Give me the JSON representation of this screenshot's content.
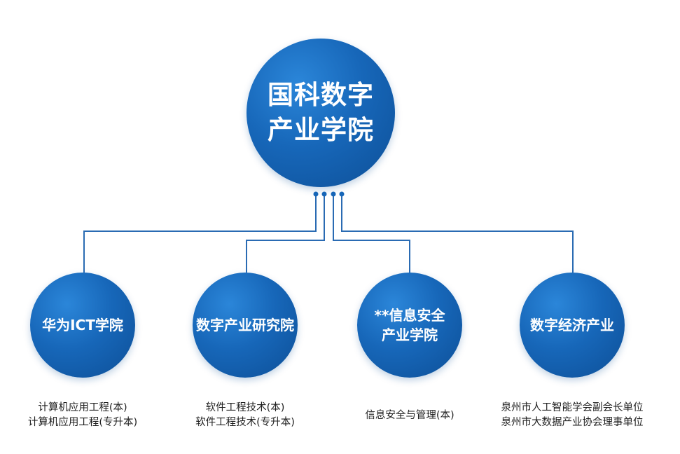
{
  "root": {
    "label": "国科数字\n产业学院"
  },
  "children": [
    {
      "label": "华为ICT学院",
      "caption": "计算机应用工程(本)\n计算机应用工程(专升本)"
    },
    {
      "label": "数字产业研究院",
      "caption": "软件工程技术(本)\n软件工程技术(专升本)"
    },
    {
      "label": "**信息安全\n产业学院",
      "caption": "信息安全与管理(本)"
    },
    {
      "label": "数字经济产业",
      "caption": "泉州市人工智能学会副会长单位\n泉州市大数据产业协会理事单位"
    }
  ],
  "colors": {
    "circle": "#1767b9",
    "connector": "#2a6bb3",
    "caption_text": "#1f1f1f"
  }
}
